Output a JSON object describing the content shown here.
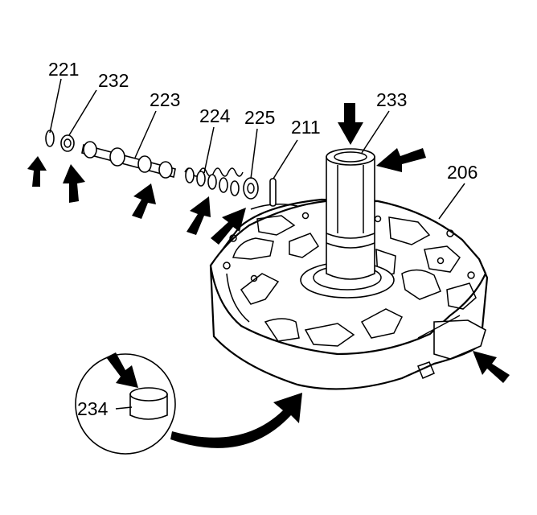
{
  "callouts": {
    "c221": "221",
    "c232": "232",
    "c223": "223",
    "c224": "224",
    "c225": "225",
    "c211": "211",
    "c233": "233",
    "c206": "206",
    "c234": "234"
  },
  "colors": {
    "ink": "#000000",
    "paper": "#ffffff"
  }
}
